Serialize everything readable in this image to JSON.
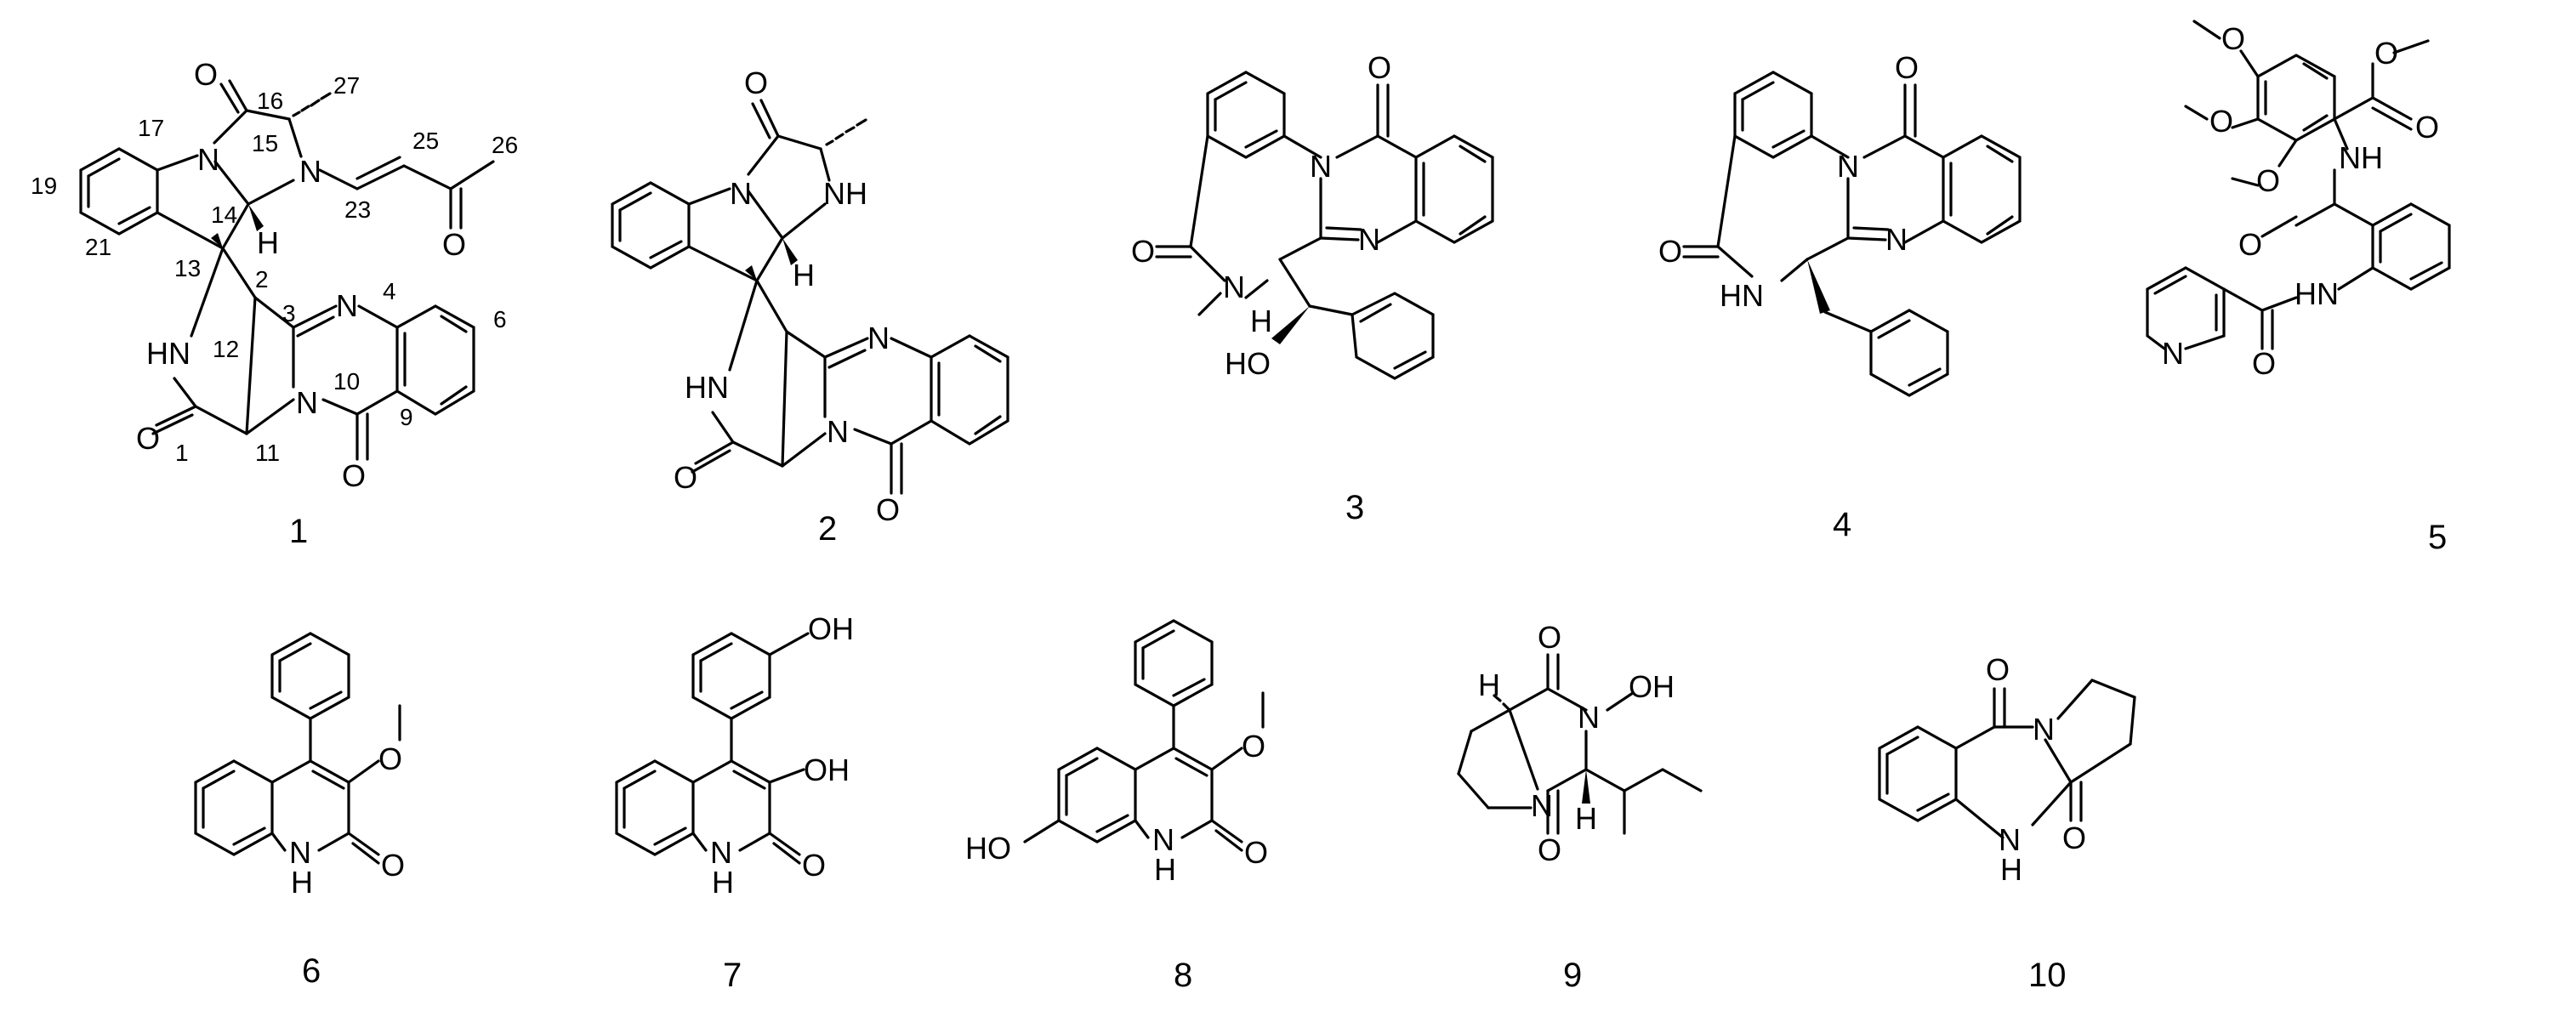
{
  "figure": {
    "compounds": [
      {
        "number": "1",
        "atom_labels": {
          "o16": "O",
          "n_top": "N",
          "n15": "N",
          "h14": "H",
          "nh_left": "HN",
          "n_pyr": "N",
          "n_amide": "N",
          "o1": "O",
          "o10": "O",
          "o25": "O"
        },
        "locants": {
          "c16": "16",
          "c27": "27",
          "c15": "15",
          "c25": "25",
          "c26": "26",
          "c17": "17",
          "c19": "19",
          "c14": "14",
          "c23": "23",
          "c13": "13",
          "c2": "2",
          "c3": "3",
          "c4": "4",
          "c6": "6",
          "c21": "21",
          "c12": "12",
          "c10": "10",
          "c9": "9",
          "c1": "1",
          "c11": "11"
        }
      },
      {
        "number": "2",
        "atom_labels": {
          "o_top": "O",
          "n_top": "N",
          "nh": "NH",
          "h": "H",
          "hn": "HN",
          "n_pyr": "N",
          "n_amide": "N",
          "o_left": "O",
          "o_bottom": "O"
        }
      },
      {
        "number": "3",
        "atom_labels": {
          "o_top": "O",
          "n_top": "N",
          "o_left": "O",
          "n_me": "N",
          "h": "H",
          "n_pyr": "N",
          "ho": "HO"
        }
      },
      {
        "number": "4",
        "atom_labels": {
          "o_top": "O",
          "n_top": "N",
          "o_left": "O",
          "hn": "HN",
          "n_pyr": "N"
        }
      },
      {
        "number": "5",
        "atom_labels": {
          "o1": "O",
          "o2": "O",
          "o3": "O",
          "o_ester": "O",
          "o_carbonyl": "O",
          "nh1": "NH",
          "o_amide": "O",
          "hn": "HN",
          "n_pyridine": "N",
          "o_nic": "O"
        }
      },
      {
        "number": "6",
        "atom_labels": {
          "o_me": "O",
          "nh": "N",
          "h": "H",
          "o": "O"
        }
      },
      {
        "number": "7",
        "atom_labels": {
          "oh_top": "OH",
          "oh": "OH",
          "nh": "N",
          "h": "H",
          "o": "O"
        }
      },
      {
        "number": "8",
        "atom_labels": {
          "o_me": "O",
          "ho": "HO",
          "nh": "N",
          "h": "H",
          "o": "O"
        }
      },
      {
        "number": "9",
        "atom_labels": {
          "h_top": "H",
          "o_top": "O",
          "n_oh": "N",
          "oh": "OH",
          "n_ring": "N",
          "o_bottom": "O",
          "h_bottom": "H"
        }
      },
      {
        "number": "10",
        "atom_labels": {
          "o_top": "O",
          "n_top": "N",
          "nh": "N",
          "h": "H",
          "o_bottom": "O"
        }
      }
    ]
  }
}
